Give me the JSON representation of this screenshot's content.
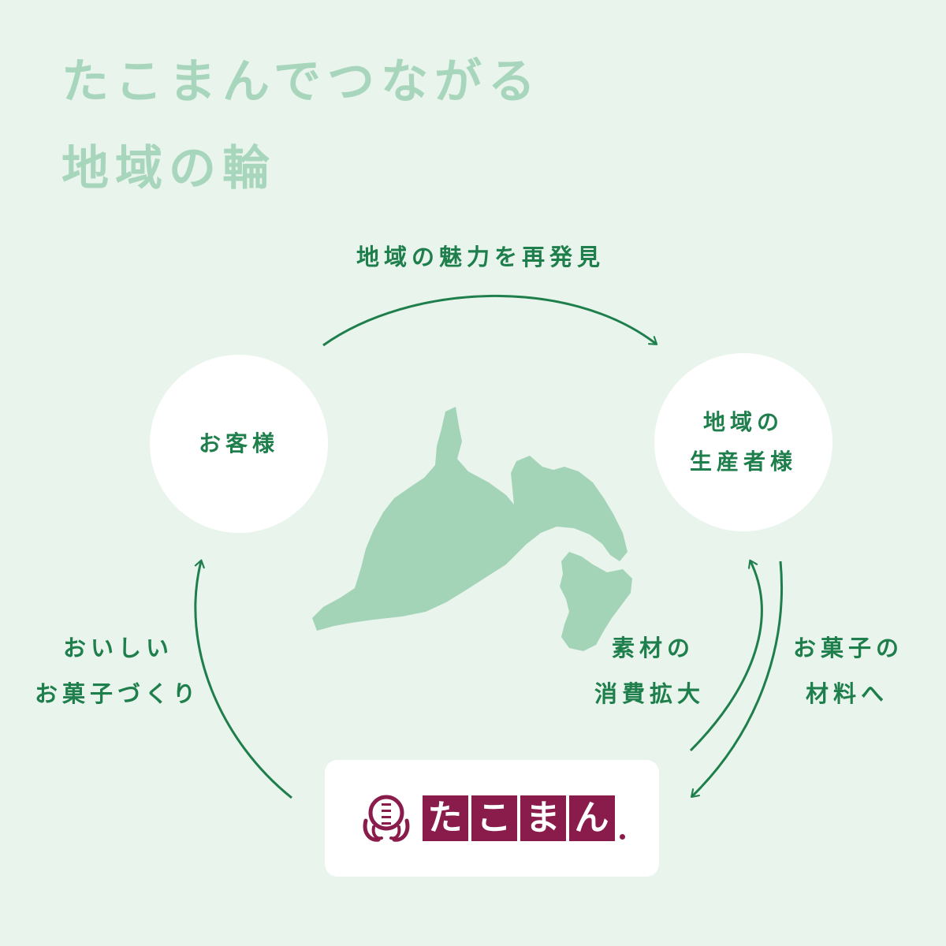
{
  "title": {
    "line1": "たこまんでつながる",
    "line2": "地域の輪"
  },
  "nodes": {
    "customer": "お客様",
    "producer": {
      "line1": "地域の",
      "line2": "生産者様"
    },
    "company_logo": "たこまん"
  },
  "edges": {
    "top": "地域の魅力を再発見",
    "left": {
      "line1": "おいしい",
      "line2": "お菓子づくり"
    },
    "inner_right": {
      "line1": "素材の",
      "line2": "消費拡大"
    },
    "outer_right": {
      "line1": "お菓子の",
      "line2": "材料へ"
    }
  },
  "map": {
    "region": "shizuoka-prefecture",
    "color": "#a4d4b8"
  },
  "colors": {
    "background": "#e9f4ec",
    "title": "#a8d6bc",
    "accent": "#1f7f4c",
    "brand": "#8a1c4c",
    "node_fill": "#ffffff"
  },
  "logo_chars": [
    "た",
    "こ",
    "ま",
    "ん"
  ]
}
